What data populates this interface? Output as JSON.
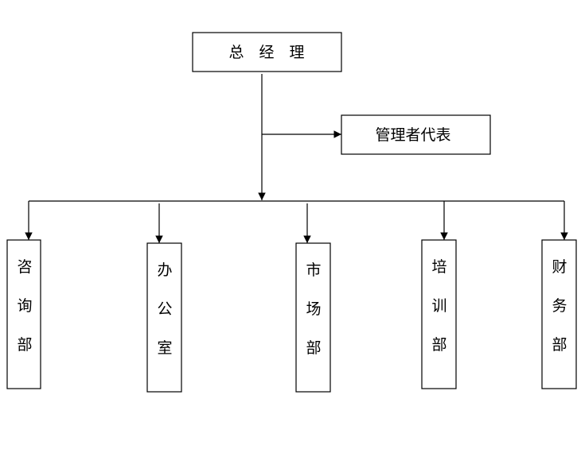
{
  "top": {
    "label": "总　经　理"
  },
  "rep": {
    "label": "管理者代表"
  },
  "departments": [
    {
      "chars": [
        "咨",
        "询",
        "部"
      ]
    },
    {
      "chars": [
        "办",
        "公",
        "室"
      ]
    },
    {
      "chars": [
        "市",
        "场",
        "部"
      ]
    },
    {
      "chars": [
        "培",
        "训",
        "部"
      ]
    },
    {
      "chars": [
        "财",
        "务",
        "部"
      ]
    }
  ]
}
